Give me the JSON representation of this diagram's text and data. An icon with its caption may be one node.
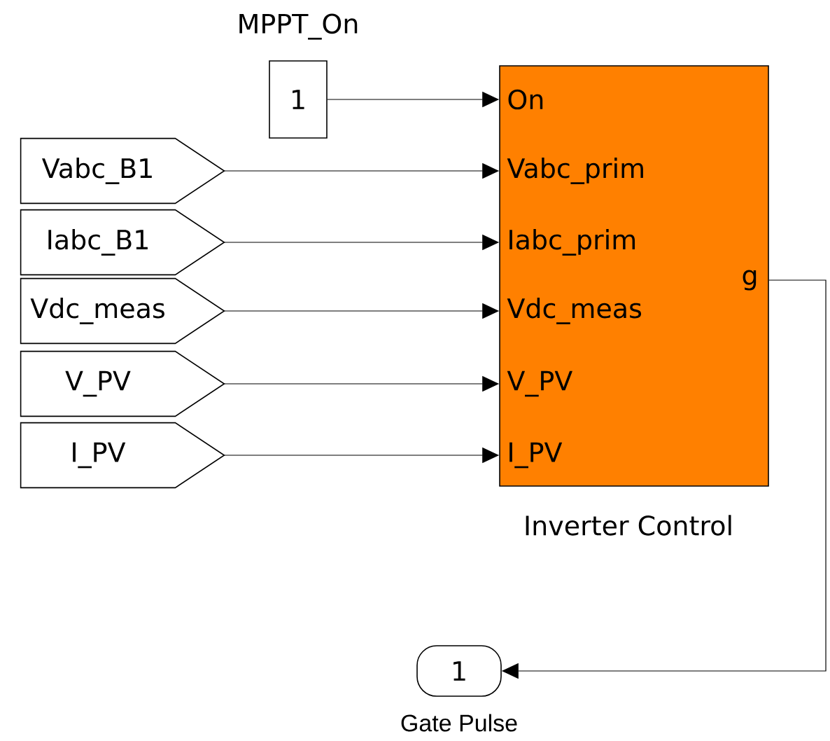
{
  "diagram": {
    "nodes": [
      {
        "text": [
          "1"
        ],
        "beside": [
          "MPPT_On"
        ]
      },
      {
        "text": [
          "Vabc_B1"
        ]
      },
      {
        "text": [
          "Iabc_B1"
        ]
      },
      {
        "text": [
          "Vdc_meas"
        ]
      },
      {
        "text": [
          "V_PV"
        ]
      },
      {
        "text": [
          "I_PV"
        ]
      },
      {
        "text": [
          "On",
          "Vabc_prim",
          "Iabc_prim",
          "Vdc_meas",
          "V_PV",
          "I_PV",
          "g"
        ],
        "beside": [
          "Inverter Control"
        ]
      },
      {
        "text": [
          "1"
        ],
        "beside": [
          "Gate Pulse"
        ]
      }
    ],
    "edges": [
      {
        "from": 0,
        "to": 6,
        "arrow": "to"
      },
      {
        "from": 1,
        "to": 6,
        "arrow": "to"
      },
      {
        "from": 2,
        "to": 6,
        "arrow": "to"
      },
      {
        "from": 3,
        "to": 6,
        "arrow": "to"
      },
      {
        "from": 4,
        "to": 6,
        "arrow": "to"
      },
      {
        "from": 5,
        "to": 6,
        "arrow": "to"
      },
      {
        "from": 6,
        "to": 7,
        "arrow": "to"
      }
    ]
  }
}
